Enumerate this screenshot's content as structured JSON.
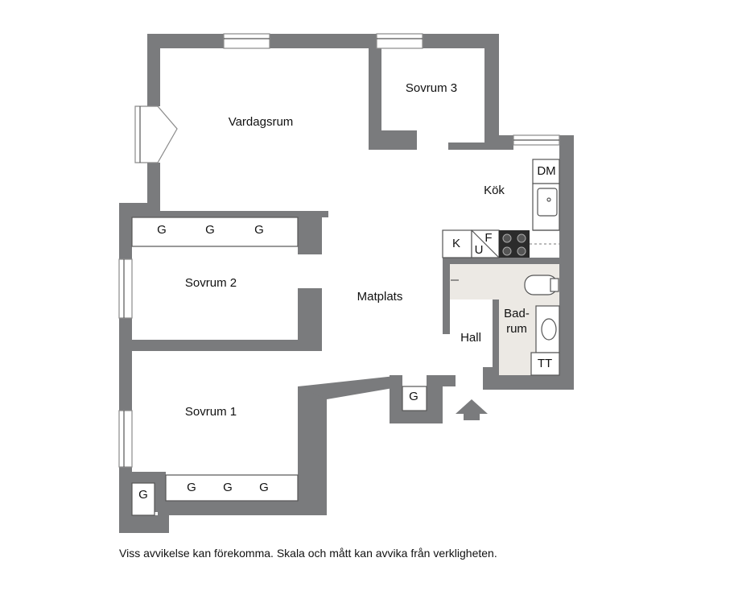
{
  "rooms": {
    "vardagsrum": "Vardagsrum",
    "sovrum3": "Sovrum 3",
    "kok": "Kök",
    "sovrum2": "Sovrum 2",
    "matplats": "Matplats",
    "badrum_line1": "Bad-",
    "badrum_line2": "rum",
    "hall": "Hall",
    "sovrum1": "Sovrum 1"
  },
  "fixtures": {
    "dm": "DM",
    "k": "K",
    "f": "F",
    "u": "U",
    "tt": "TT",
    "g": "G"
  },
  "disclaimer": "Viss avvikelse kan förekomma. Skala och mått kan avvika från verkligheten.",
  "colors": {
    "wall": "#7a7b7d",
    "bathroom_floor": "#ece9e4"
  },
  "icons": {
    "entrance": "entrance-arrow-icon",
    "sink": "sink-icon",
    "toilet": "toilet-icon",
    "stove": "stove-icon",
    "shower": "shower-icon"
  }
}
